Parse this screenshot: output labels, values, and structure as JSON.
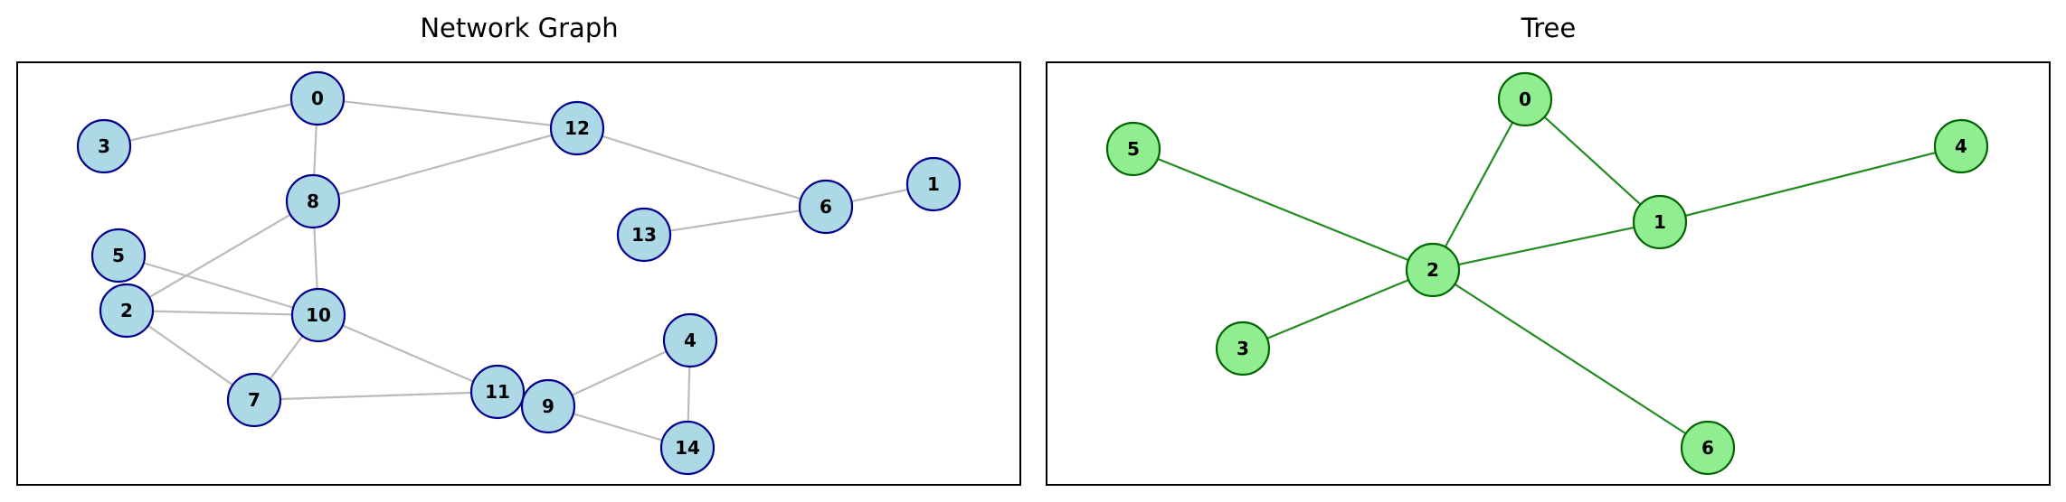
{
  "colors": {
    "network_node_fill": "#add8e6",
    "network_node_stroke": "#00008b",
    "network_edge": "#bbbbbb",
    "tree_node_fill": "#90ee90",
    "tree_node_stroke": "#006400",
    "tree_edge": "#228b22"
  },
  "panels": [
    {
      "id": "network",
      "title": "Network Graph",
      "nodes": [
        "0",
        "3",
        "12",
        "8",
        "1",
        "6",
        "13",
        "5",
        "2",
        "10",
        "4",
        "7",
        "11",
        "9",
        "14"
      ],
      "edges": [
        [
          "0",
          "3"
        ],
        [
          "0",
          "12"
        ],
        [
          "0",
          "8"
        ],
        [
          "8",
          "12"
        ],
        [
          "12",
          "6"
        ],
        [
          "13",
          "6"
        ],
        [
          "6",
          "1"
        ],
        [
          "8",
          "10"
        ],
        [
          "8",
          "2"
        ],
        [
          "5",
          "10"
        ],
        [
          "2",
          "10"
        ],
        [
          "2",
          "7"
        ],
        [
          "7",
          "10"
        ],
        [
          "10",
          "11"
        ],
        [
          "7",
          "11"
        ],
        [
          "9",
          "4"
        ],
        [
          "4",
          "14"
        ],
        [
          "9",
          "14"
        ]
      ]
    },
    {
      "id": "tree",
      "title": "Tree",
      "nodes": [
        "0",
        "5",
        "4",
        "1",
        "2",
        "3",
        "6"
      ],
      "edges": [
        [
          "0",
          "2"
        ],
        [
          "0",
          "1"
        ],
        [
          "5",
          "2"
        ],
        [
          "1",
          "4"
        ],
        [
          "1",
          "2"
        ],
        [
          "3",
          "2"
        ],
        [
          "2",
          "6"
        ]
      ]
    }
  ]
}
